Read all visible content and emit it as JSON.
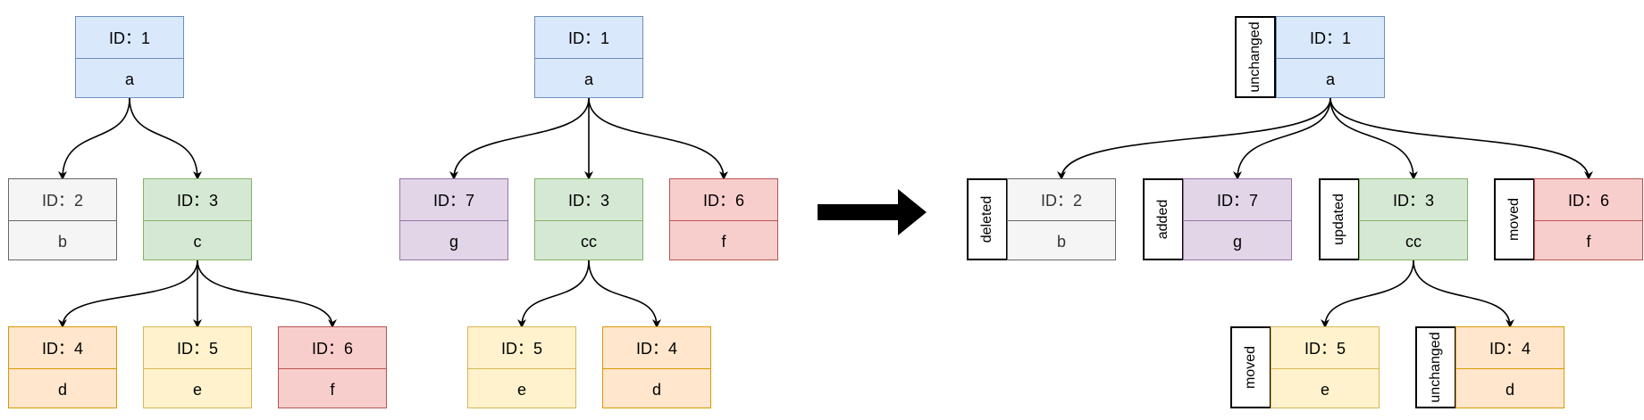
{
  "colors": {
    "blue": {
      "fill": "#dae8fc",
      "stroke": "#6c8ebf"
    },
    "gray": {
      "fill": "#f5f5f5",
      "stroke": "#666666"
    },
    "green": {
      "fill": "#d5e8d4",
      "stroke": "#82b366"
    },
    "orange": {
      "fill": "#ffe6cc",
      "stroke": "#d79b00"
    },
    "yellow": {
      "fill": "#fff2cc",
      "stroke": "#d6b656"
    },
    "red": {
      "fill": "#f8cecc",
      "stroke": "#b85450"
    },
    "purple": {
      "fill": "#e1d5e7",
      "stroke": "#9673a6"
    }
  },
  "old_tree": {
    "n1": {
      "id": "ID：1",
      "value": "a",
      "color": "blue"
    },
    "n2": {
      "id": "ID：2",
      "value": "b",
      "color": "gray"
    },
    "n3": {
      "id": "ID：3",
      "value": "c",
      "color": "green"
    },
    "n4": {
      "id": "ID：4",
      "value": "d",
      "color": "orange"
    },
    "n5": {
      "id": "ID：5",
      "value": "e",
      "color": "yellow"
    },
    "n6": {
      "id": "ID：6",
      "value": "f",
      "color": "red"
    }
  },
  "new_tree": {
    "n1": {
      "id": "ID：1",
      "value": "a",
      "color": "blue"
    },
    "n7": {
      "id": "ID：7",
      "value": "g",
      "color": "purple"
    },
    "n3": {
      "id": "ID：3",
      "value": "cc",
      "color": "green"
    },
    "n6": {
      "id": "ID：6",
      "value": "f",
      "color": "red"
    },
    "n5": {
      "id": "ID：5",
      "value": "e",
      "color": "yellow"
    },
    "n4": {
      "id": "ID：4",
      "value": "d",
      "color": "orange"
    }
  },
  "diff_tree": {
    "n1": {
      "id": "ID：1",
      "value": "a",
      "color": "blue",
      "status": "unchanged"
    },
    "n2": {
      "id": "ID：2",
      "value": "b",
      "color": "gray",
      "status": "deleted"
    },
    "n7": {
      "id": "ID：7",
      "value": "g",
      "color": "purple",
      "status": "added"
    },
    "n3": {
      "id": "ID：3",
      "value": "cc",
      "color": "green",
      "status": "updated"
    },
    "n6": {
      "id": "ID：6",
      "value": "f",
      "color": "red",
      "status": "moved"
    },
    "n5": {
      "id": "ID：5",
      "value": "e",
      "color": "yellow",
      "status": "moved"
    },
    "n4": {
      "id": "ID：4",
      "value": "d",
      "color": "orange",
      "status": "unchanged"
    }
  }
}
